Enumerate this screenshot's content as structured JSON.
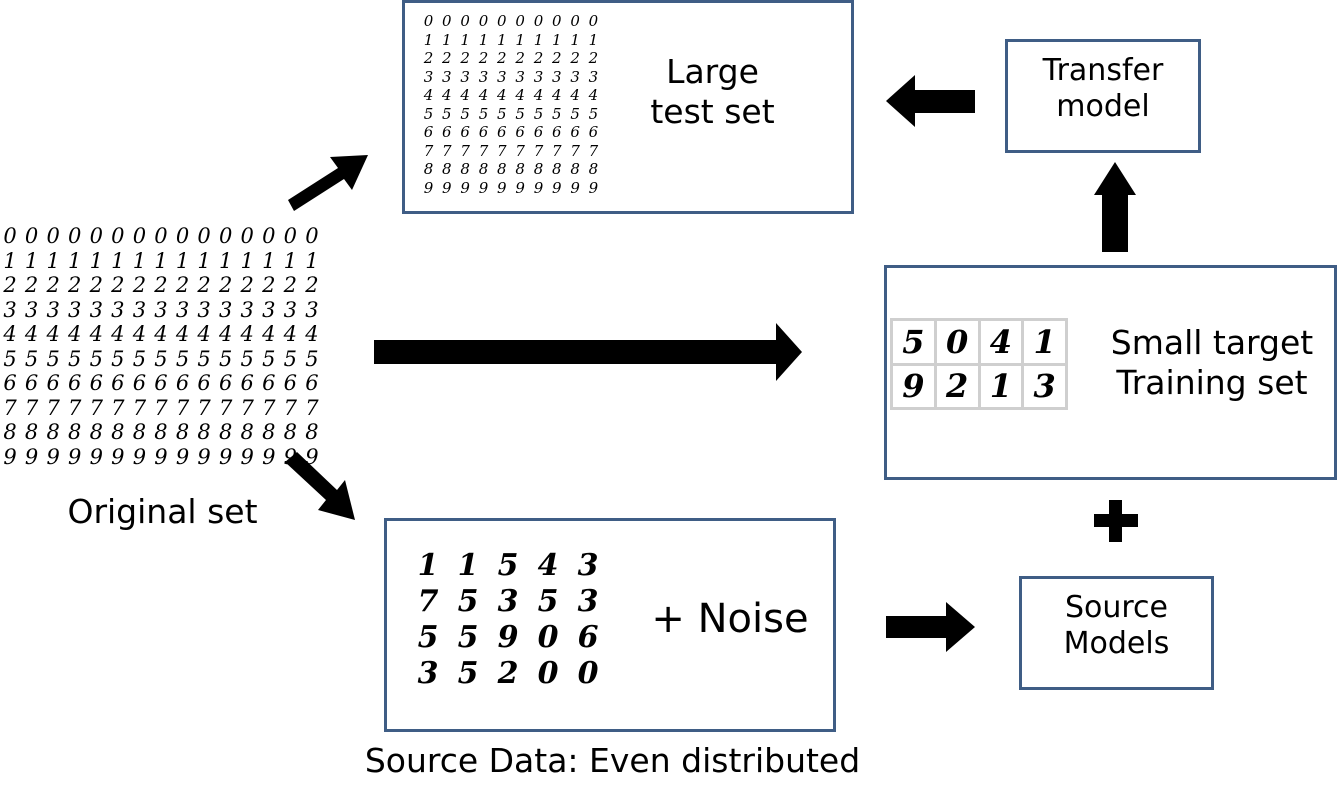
{
  "labels": {
    "large_test_set": [
      "Large",
      "test set"
    ],
    "transfer_model": [
      "Transfer",
      "model"
    ],
    "small_target": [
      "Small target",
      "Training set"
    ],
    "original_set": "Original set",
    "noise": "+ Noise",
    "source_models": [
      "Source",
      "Models"
    ],
    "source_data": "Source Data: Even distributed",
    "plus": "+"
  },
  "original_digits": [
    "000000000000000",
    "111111111111111",
    "222222222222222",
    "333333333333333",
    "444444444444444",
    "555555555555555",
    "666666666666666",
    "777777777777777",
    "888888888888888",
    "999999999999999"
  ],
  "test_digits": [
    "0000000000",
    "1111111111",
    "2222222222",
    "3333333333",
    "4444444444",
    "5555555555",
    "6666666666",
    "7777777777",
    "8888888888",
    "9999999999"
  ],
  "target_digits": [
    "5",
    "0",
    "4",
    "1",
    "9",
    "2",
    "1",
    "3"
  ],
  "source_digits": [
    "11543",
    "75353",
    "55906",
    "35200"
  ],
  "colors": {
    "box_border": "#3f5d85",
    "arrow": "#000000",
    "grid_bg": "#cfcfcf"
  }
}
